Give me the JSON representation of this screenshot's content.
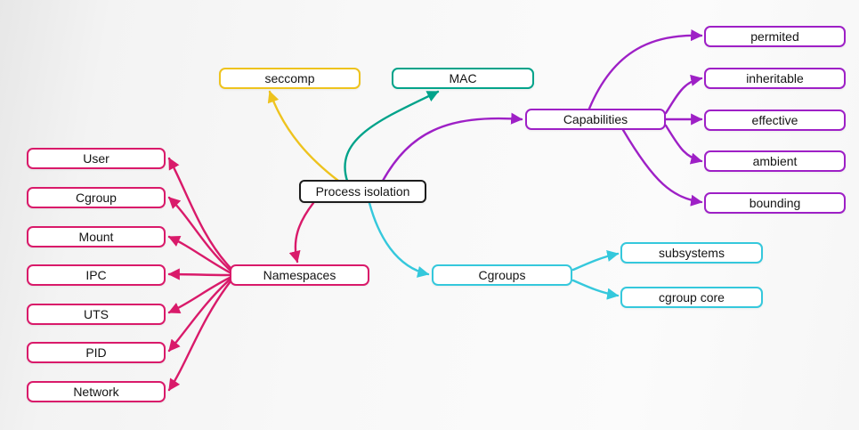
{
  "diagram": {
    "root": {
      "id": "process-isolation",
      "label": "Process isolation",
      "border_color": "#1d1d1d"
    },
    "branches": [
      {
        "id": "seccomp",
        "label": "seccomp",
        "color": "#eec31e",
        "children": []
      },
      {
        "id": "mac",
        "label": "MAC",
        "color": "#00a38a",
        "children": []
      },
      {
        "id": "capabilities",
        "label": "Capabilities",
        "color": "#9e20c6",
        "children": [
          "permited",
          "inheritable",
          "effective",
          "ambient",
          "bounding"
        ]
      },
      {
        "id": "namespaces",
        "label": "Namespaces",
        "color": "#d91a6a",
        "children": [
          "User",
          "Cgroup",
          "Mount",
          "IPC",
          "UTS",
          "PID",
          "Network"
        ]
      },
      {
        "id": "cgroups",
        "label": "Cgroups",
        "color": "#35c8dc",
        "children": [
          "subsystems",
          "cgroup core"
        ]
      }
    ]
  }
}
